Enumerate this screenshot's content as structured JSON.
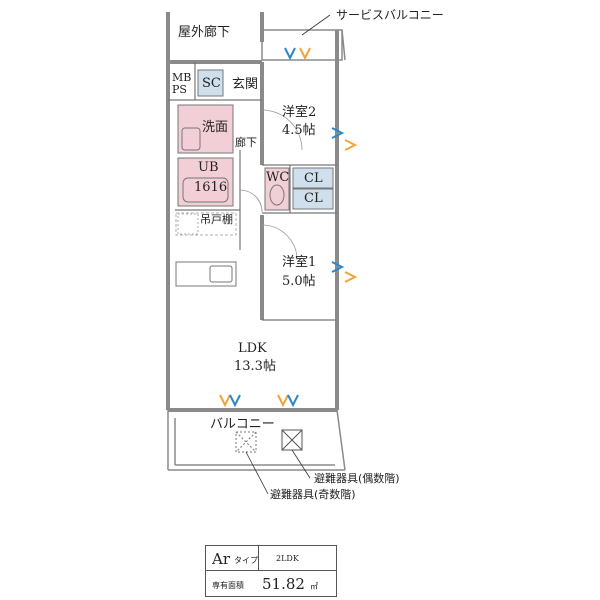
{
  "rooms": {
    "outdoor_corridor": "屋外廊下",
    "service_balcony": "サービスバルコニー",
    "mb_ps_line1": "MB",
    "mb_ps_line2": "PS",
    "sc": "SC",
    "entrance": "玄関",
    "washroom": "洗面",
    "hallway": "廊下",
    "ub": "UB",
    "ub_size": "1616",
    "wc": "WC",
    "cl_1": "CL",
    "cl_2": "CL",
    "hanging_shelf": "吊戸棚",
    "western_room_2": "洋室2",
    "western_room_2_size": "4.5帖",
    "western_room_1": "洋室1",
    "western_room_1_size": "5.0帖",
    "ldk": "LDK",
    "ldk_size": "13.3帖",
    "balcony": "バルコニー"
  },
  "annotations": {
    "evac_even": "避難器具(偶数階)",
    "evac_odd": "避難器具(奇数階)"
  },
  "type_info": {
    "name": "Ar",
    "name_suffix": "タイプ",
    "layout": "2LDK",
    "area_label": "専有面積",
    "area_value": "51.82",
    "area_unit": "㎡"
  },
  "colors": {
    "wall": "#8a8a8a",
    "bath_fill": "#f2cfd6",
    "storage_fill": "#cfe0ec",
    "airflow_blue": "#2a88c9",
    "airflow_orange": "#f2a33a"
  }
}
